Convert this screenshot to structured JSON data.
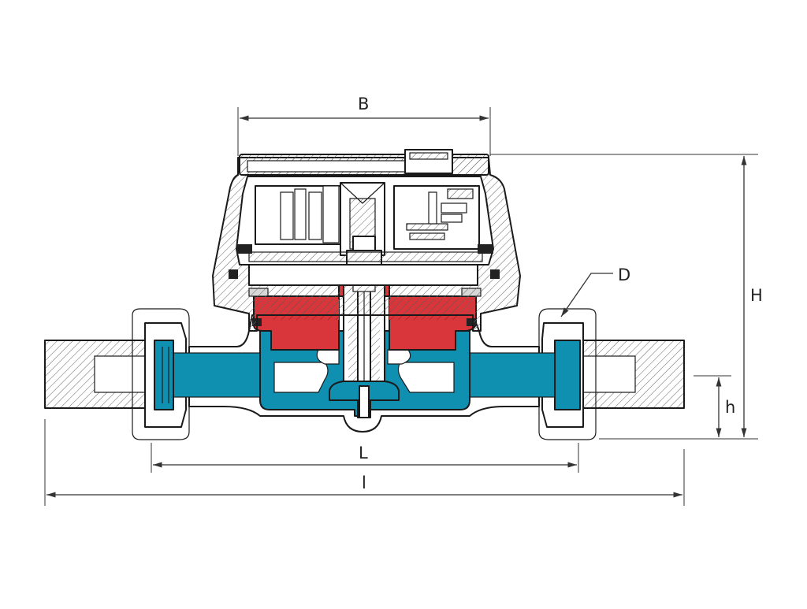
{
  "diagram": {
    "labels": {
      "B": "B",
      "H": "H",
      "D": "D",
      "h": "h",
      "L": "L",
      "l": "l"
    },
    "colors": {
      "water_channel": "#0f90b0",
      "measuring_chamber": "#d9363b",
      "outline": "#1a1a1a",
      "hatch": "#555555",
      "background": "#ffffff"
    }
  }
}
